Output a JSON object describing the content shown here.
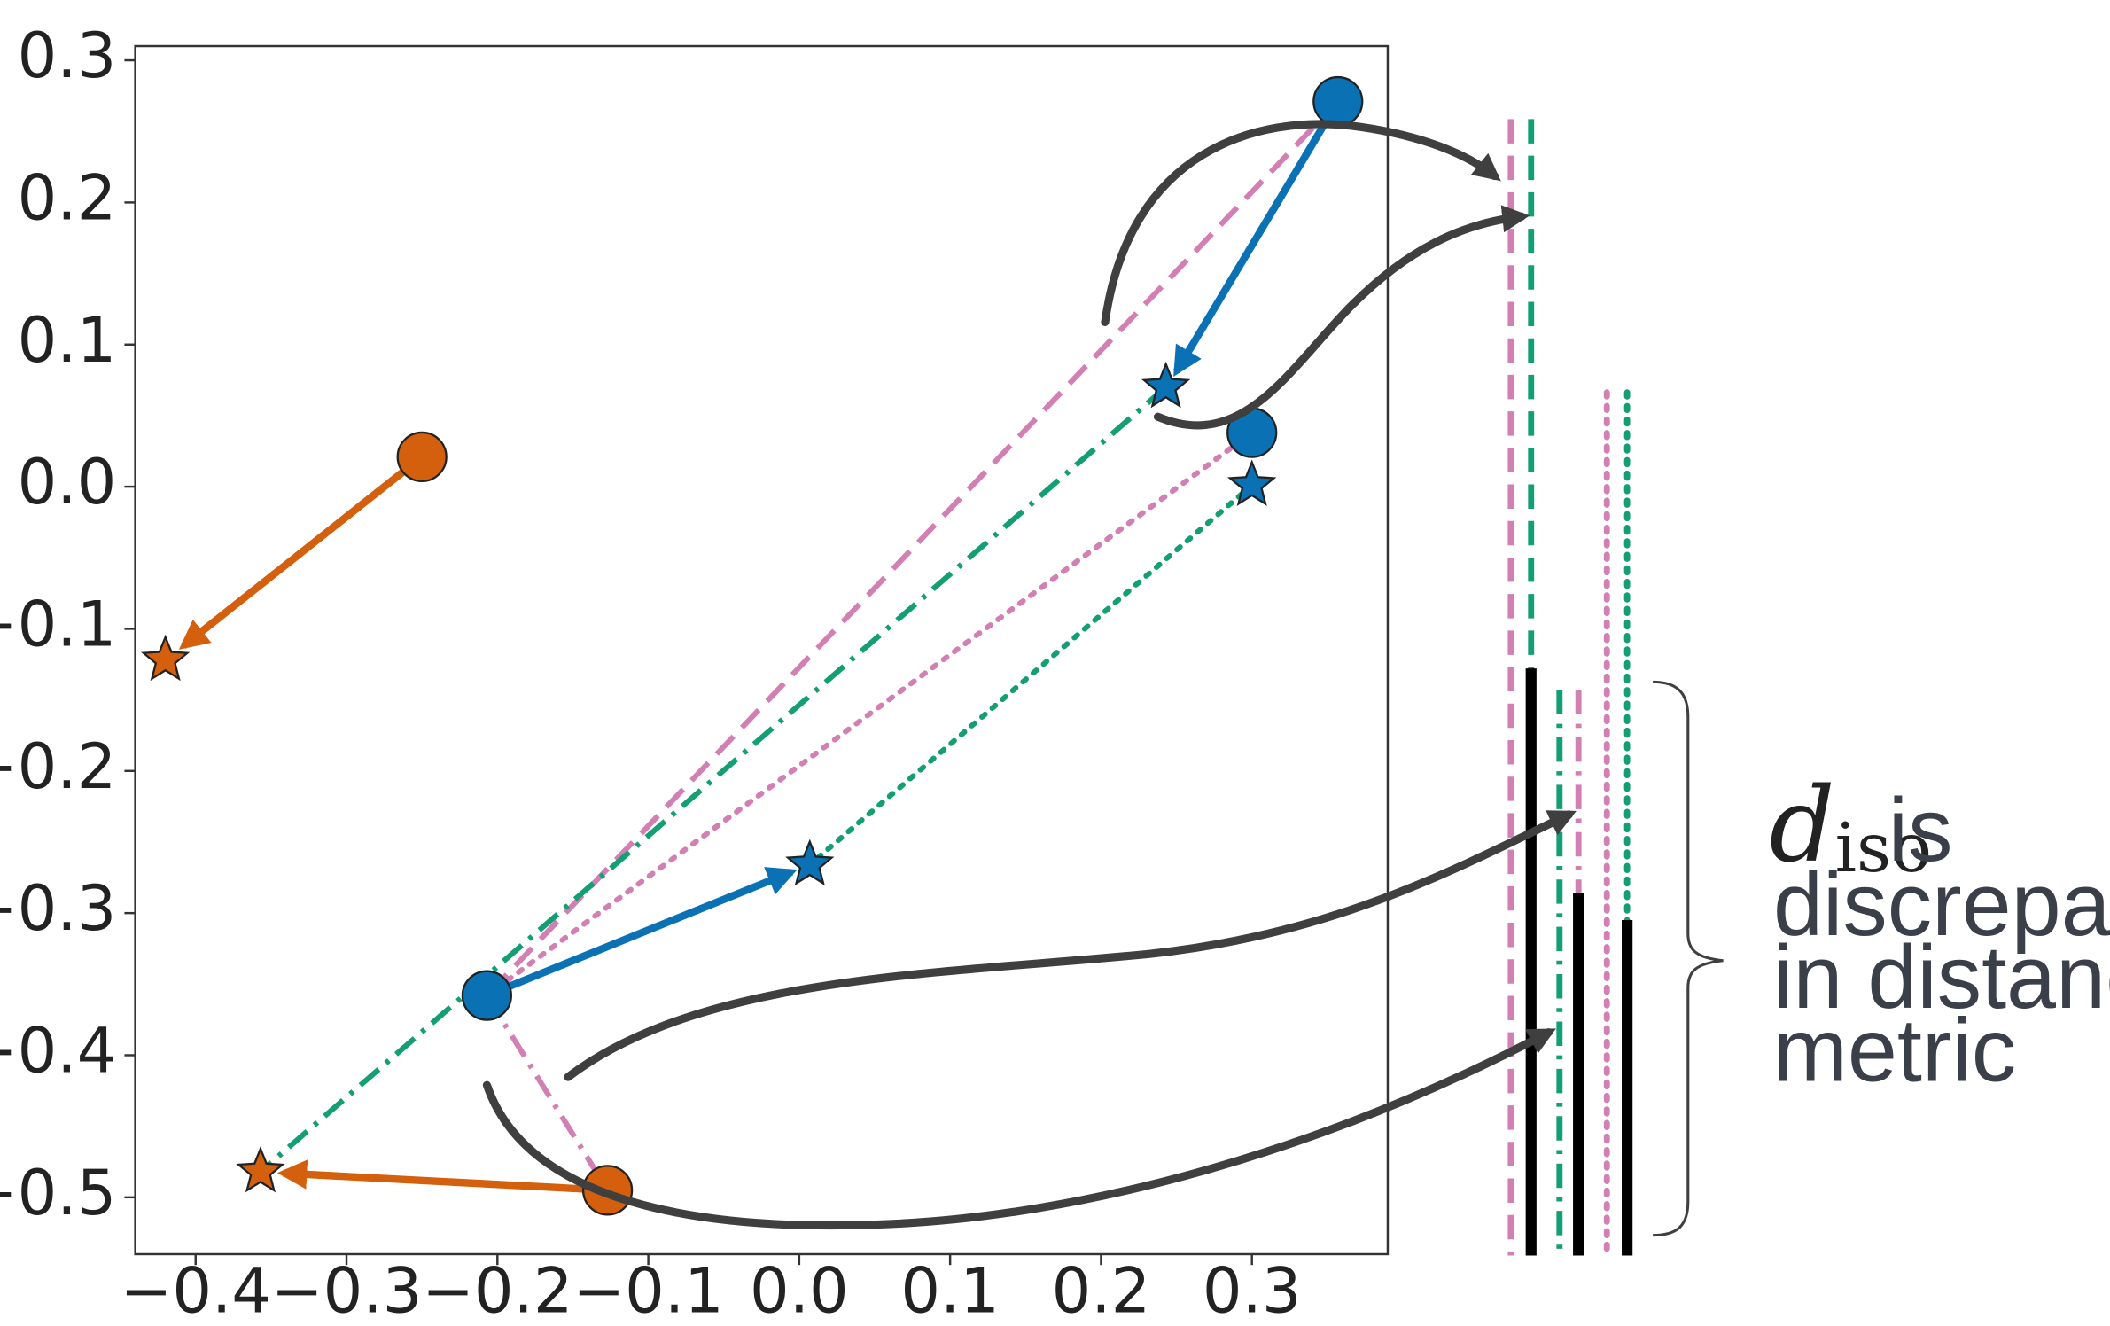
{
  "chart_data": {
    "type": "scatter",
    "xlim": [
      -0.44,
      0.39
    ],
    "ylim": [
      -0.54,
      0.31
    ],
    "xticks": [
      -0.4,
      -0.3,
      -0.2,
      -0.1,
      0.0,
      0.1,
      0.2,
      0.3
    ],
    "xtick_labels": [
      "−0.4",
      "−0.3",
      "−0.2",
      "−0.1",
      "0.0",
      "0.1",
      "0.2",
      "0.3"
    ],
    "yticks": [
      0.3,
      0.2,
      0.1,
      0.0,
      -0.1,
      -0.2,
      -0.3,
      -0.4,
      -0.5
    ],
    "ytick_labels": [
      "0.3",
      "0.2",
      "0.1",
      "0.0",
      "−0.1",
      "−0.2",
      "−0.3",
      "−0.4",
      "−0.5"
    ],
    "grid": false,
    "colors": {
      "blue": "#0a72b4",
      "orange": "#d45f0c",
      "pink": "#d27fb4",
      "green": "#139e73",
      "black": "#000000",
      "arrow": "#3f3f3f"
    },
    "circles": [
      {
        "x": 0.357,
        "y": 0.271,
        "color": "blue"
      },
      {
        "x": 0.3,
        "y": 0.038,
        "color": "blue"
      },
      {
        "x": -0.207,
        "y": -0.358,
        "color": "blue"
      },
      {
        "x": -0.25,
        "y": 0.021,
        "color": "orange"
      },
      {
        "x": -0.127,
        "y": -0.495,
        "color": "orange"
      }
    ],
    "stars": [
      {
        "x": 0.243,
        "y": 0.07,
        "color": "blue"
      },
      {
        "x": 0.3,
        "y": 0.001,
        "color": "blue"
      },
      {
        "x": 0.007,
        "y": -0.266,
        "color": "blue"
      },
      {
        "x": -0.42,
        "y": -0.122,
        "color": "orange"
      },
      {
        "x": -0.357,
        "y": -0.482,
        "color": "orange"
      }
    ],
    "displacement_arrows": [
      {
        "from": [
          0.357,
          0.271
        ],
        "to": [
          0.25,
          0.081
        ],
        "color": "blue"
      },
      {
        "from": [
          -0.207,
          -0.358
        ],
        "to": [
          -0.005,
          -0.271
        ],
        "color": "blue"
      },
      {
        "from": [
          -0.25,
          0.021
        ],
        "to": [
          -0.408,
          -0.112
        ],
        "color": "orange"
      },
      {
        "from": [
          -0.127,
          -0.495
        ],
        "to": [
          -0.342,
          -0.483
        ],
        "color": "orange"
      }
    ],
    "distance_lines": [
      {
        "from": [
          0.357,
          0.271
        ],
        "to": [
          -0.207,
          -0.358
        ],
        "color": "pink",
        "style": "dashed"
      },
      {
        "from": [
          0.243,
          0.07
        ],
        "to": [
          -0.357,
          -0.482
        ],
        "color": "green",
        "style": "dashdot"
      },
      {
        "from": [
          0.3,
          0.038
        ],
        "to": [
          -0.207,
          -0.358
        ],
        "color": "pink",
        "style": "dotted"
      },
      {
        "from": [
          0.3,
          0.001
        ],
        "to": [
          0.007,
          -0.266
        ],
        "color": "green",
        "style": "dotted"
      },
      {
        "from": [
          -0.207,
          -0.358
        ],
        "to": [
          -0.127,
          -0.495
        ],
        "color": "pink",
        "style": "dashdot"
      }
    ],
    "distance_bars": [
      {
        "x": 1117,
        "top": 88,
        "bottom": 928,
        "color": "pink",
        "style": "dashed"
      },
      {
        "x": 1132,
        "top": 88,
        "bottom": 928,
        "color": "green",
        "style": "dashed"
      },
      {
        "x": 1153,
        "top": 510,
        "bottom": 928,
        "color": "green",
        "style": "dashdot"
      },
      {
        "x": 1167,
        "top": 510,
        "bottom": 928,
        "color": "pink",
        "style": "dashdot"
      },
      {
        "x": 1188,
        "top": 290,
        "bottom": 928,
        "color": "pink",
        "style": "dotted"
      },
      {
        "x": 1203,
        "top": 290,
        "bottom": 928,
        "color": "green",
        "style": "dotted"
      }
    ],
    "discrepancy_bars": [
      {
        "x": 1132,
        "top": 494,
        "bottom": 928
      },
      {
        "x": 1167,
        "top": 660,
        "bottom": 928
      },
      {
        "x": 1203,
        "top": 680,
        "bottom": 928
      }
    ],
    "annotation": {
      "symbol": "d",
      "subscript": "iso",
      "lines": [
        "is",
        "discrepancy",
        "in distance",
        "metric"
      ]
    }
  }
}
